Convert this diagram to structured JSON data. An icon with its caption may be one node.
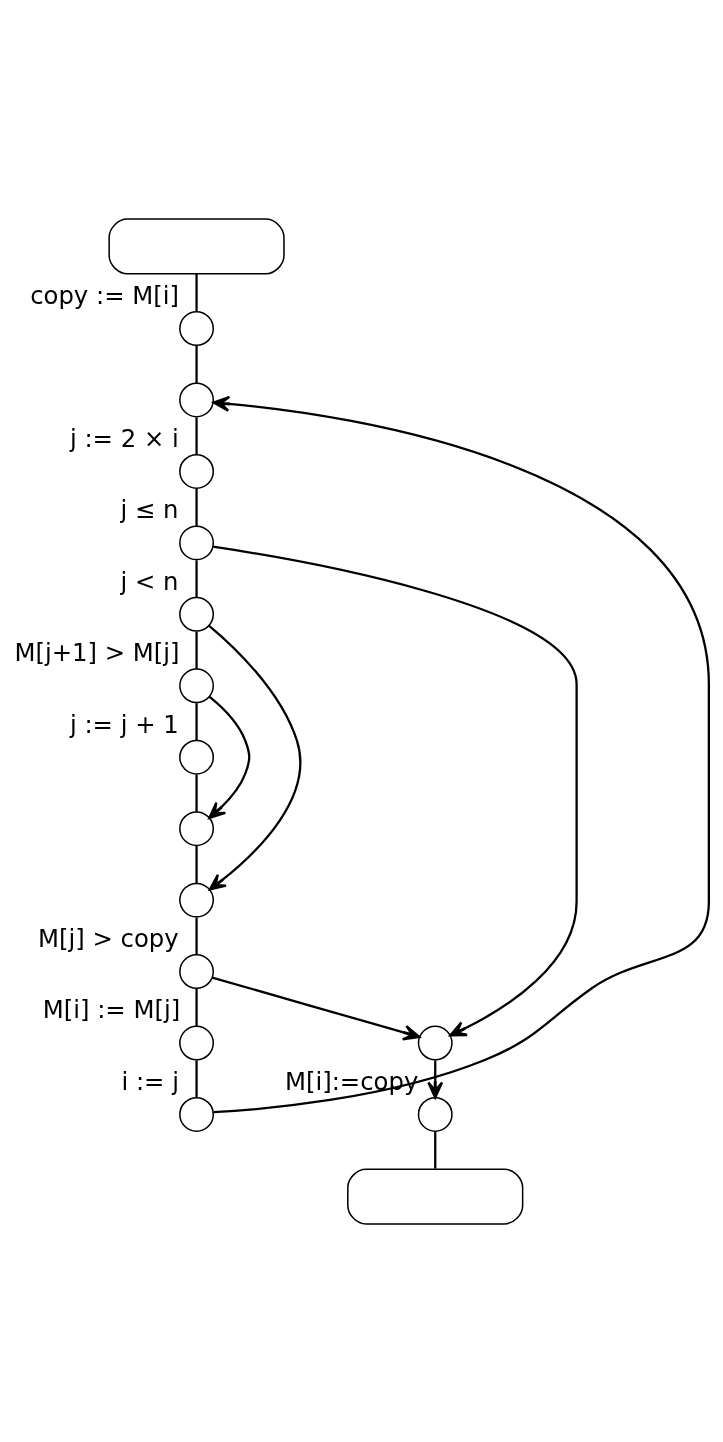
{
  "diagram": {
    "nodes": [
      {
        "text": [],
        "shape": "box"
      },
      {
        "text": [],
        "shape": "circle",
        "beside": [
          "copy := M[i]"
        ]
      },
      {
        "text": [],
        "shape": "circle"
      },
      {
        "text": [],
        "shape": "circle",
        "beside": [
          "j := 2 × i"
        ]
      },
      {
        "text": [],
        "shape": "circle",
        "beside": [
          "j ≤ n"
        ]
      },
      {
        "text": [],
        "shape": "circle",
        "beside": [
          "j < n"
        ]
      },
      {
        "text": [],
        "shape": "circle",
        "beside": [
          "M[j+1] > M[j]"
        ]
      },
      {
        "text": [],
        "shape": "circle",
        "beside": [
          "j := j + 1"
        ]
      },
      {
        "text": [],
        "shape": "circle"
      },
      {
        "text": [],
        "shape": "circle"
      },
      {
        "text": [],
        "shape": "circle",
        "beside": [
          "M[j] > copy"
        ]
      },
      {
        "text": [],
        "shape": "circle",
        "beside": [
          "M[i] := M[j]"
        ]
      },
      {
        "text": [],
        "shape": "circle",
        "beside": [
          "i := j"
        ]
      },
      {
        "text": [],
        "shape": "circle"
      },
      {
        "text": [],
        "shape": "circle",
        "beside": [
          "M[i]:=copy"
        ]
      },
      {
        "text": [],
        "shape": "box"
      }
    ],
    "edges": [
      {
        "from": 0,
        "to": 1,
        "arrow": "none"
      },
      {
        "from": 1,
        "to": 2,
        "arrow": "none"
      },
      {
        "from": 2,
        "to": 3,
        "arrow": "none"
      },
      {
        "from": 3,
        "to": 4,
        "arrow": "none"
      },
      {
        "from": 4,
        "to": 5,
        "arrow": "none"
      },
      {
        "from": 5,
        "to": 6,
        "arrow": "none"
      },
      {
        "from": 6,
        "to": 7,
        "arrow": "none"
      },
      {
        "from": 7,
        "to": 8,
        "arrow": "none"
      },
      {
        "from": 8,
        "to": 9,
        "arrow": "none"
      },
      {
        "from": 9,
        "to": 10,
        "arrow": "none"
      },
      {
        "from": 10,
        "to": 11,
        "arrow": "none"
      },
      {
        "from": 11,
        "to": 12,
        "arrow": "none"
      },
      {
        "from": 12,
        "to": 2,
        "arrow": "to"
      },
      {
        "from": 4,
        "to": 13,
        "arrow": "to"
      },
      {
        "from": 5,
        "to": 9,
        "arrow": "to"
      },
      {
        "from": 6,
        "to": 8,
        "arrow": "to"
      },
      {
        "from": 10,
        "to": 13,
        "arrow": "to"
      },
      {
        "from": 13,
        "to": 14,
        "arrow": "to"
      },
      {
        "from": 14,
        "to": 15,
        "arrow": "none"
      }
    ]
  }
}
